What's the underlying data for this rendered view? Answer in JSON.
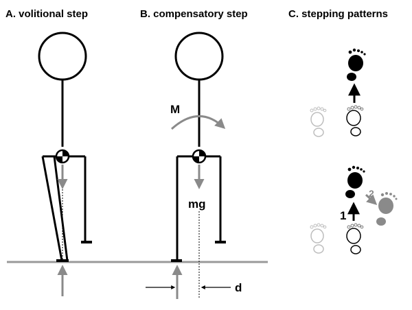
{
  "panels": {
    "a_title": "A. volitional step",
    "b_title": "B. compensatory step",
    "c_title": "C. stepping patterns"
  },
  "labels": {
    "moment": "M",
    "gravity_force": "mg",
    "distance": "d",
    "step_one": "1",
    "step_two": "2"
  },
  "colors": {
    "ink": "#000000",
    "force_arrow": "#8a8a8a",
    "ground": "#999999",
    "foot_outline": "#bdbdbd",
    "foot_grey_fill": "#8a8a8a"
  }
}
